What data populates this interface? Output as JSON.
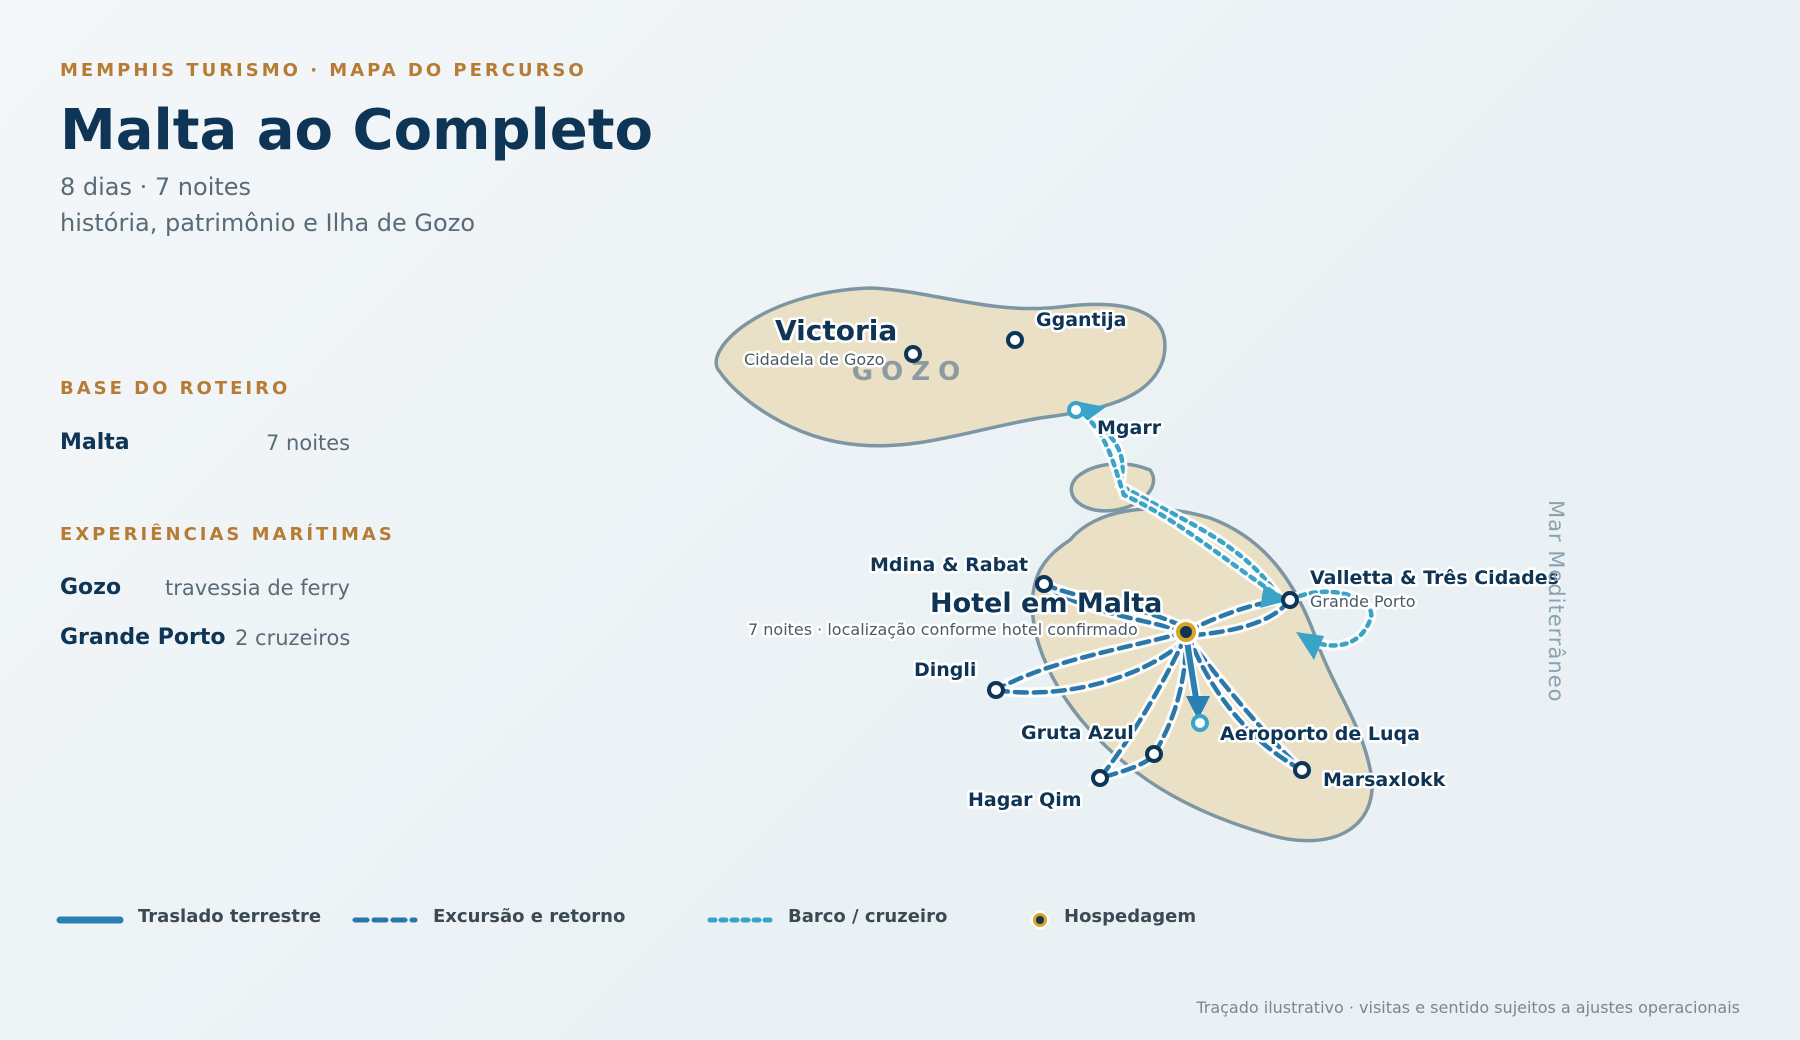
{
  "header": {
    "kicker": "MEMPHIS TURISMO · MAPA DO PERCURSO",
    "title": "Malta ao Completo",
    "duration": "8 dias · 7 noites",
    "theme": "história, patrimônio e Ilha de Gozo"
  },
  "base": {
    "heading": "BASE DO ROTEIRO",
    "place": "Malta",
    "nights": "7 noites"
  },
  "maritime": {
    "heading": "EXPERIÊNCIAS MARÍTIMAS",
    "items": [
      {
        "label": "Gozo",
        "value": "travessia de ferry"
      },
      {
        "label": "Grande Porto",
        "value": "2 cruzeiros"
      }
    ]
  },
  "map": {
    "island_label": "GOZO",
    "sea_label": "Mar Mediterrâneo",
    "hotel": {
      "name": "Hotel em Malta",
      "note": "7 noites · localização conforme hotel confirmado"
    },
    "places": {
      "victoria": {
        "name": "Victoria",
        "sub": "Cidadela de Gozo"
      },
      "ggantija": {
        "name": "Ggantija"
      },
      "mgarr": {
        "name": "Mgarr"
      },
      "mdina": {
        "name": "Mdina & Rabat"
      },
      "valletta": {
        "name": "Valletta & Três Cidades",
        "sub": "Grande Porto"
      },
      "dingli": {
        "name": "Dingli"
      },
      "gruta": {
        "name": "Gruta Azul"
      },
      "aeroporto": {
        "name": "Aeroporto de Luqa"
      },
      "hagar": {
        "name": "Hagar Qim"
      },
      "marsaxlokk": {
        "name": "Marsaxlokk"
      }
    },
    "colors": {
      "land": "#e9e0c6",
      "coast": "#7d96a3",
      "route_land": "#2a7fb3",
      "route_excursion": "#2a77aa",
      "route_boat": "#3aa3c8",
      "hotel": "#d9a323",
      "marker": "#0e3556"
    }
  },
  "legend": {
    "transfer": "Traslado terrestre",
    "excursion": "Excursão e retorno",
    "boat": "Barco / cruzeiro",
    "lodging": "Hospedagem"
  },
  "footnote": "Traçado ilustrativo · visitas e sentido sujeitos a ajustes operacionais"
}
